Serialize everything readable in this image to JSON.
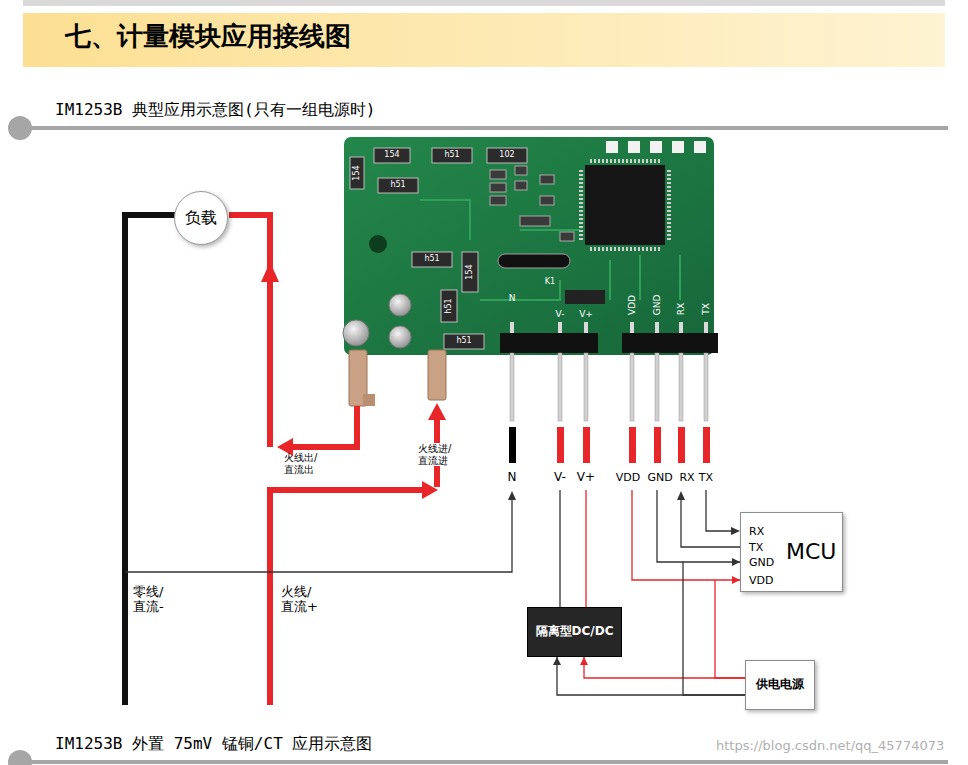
{
  "diagram": {
    "title": "七、计量模块应用接线图",
    "nodes": [
      {
        "text": [
          "负载"
        ]
      },
      {
        "text": [
          "RX",
          "TX",
          "GND",
          "VDD",
          "MCU"
        ]
      },
      {
        "text": [
          "隔离型DC/DC"
        ]
      },
      {
        "text": [
          "供电电源"
        ]
      }
    ],
    "edges": [
      {
        "from": 3,
        "to": 2,
        "arrow": "to"
      },
      {
        "from": 3,
        "to": 2,
        "arrow": "to"
      },
      {
        "from": 3,
        "to": 1,
        "arrow": "to"
      },
      {
        "from": 3,
        "to": 1,
        "arrow": "to"
      }
    ],
    "labels": [
      "IM1253B 典型应用示意图(只有一组电源时)",
      "154",
      "h51",
      "102",
      "154",
      "h51",
      "h51",
      "154",
      "h51",
      "h51",
      "K1",
      "N",
      "V-",
      "V+",
      "VDD",
      "GND",
      "RX",
      "TX",
      "火线出/ 直流出",
      "火线进/ 直流进",
      "N",
      "V-",
      "V+",
      "VDD",
      "GND",
      "RX",
      "TX",
      "零线/ 直流-",
      "火线/ 直流+",
      "IM1253B 外置 75mV 锰铜/CT 应用示意图",
      "https://blog.csdn.net/qq_45774073"
    ]
  }
}
